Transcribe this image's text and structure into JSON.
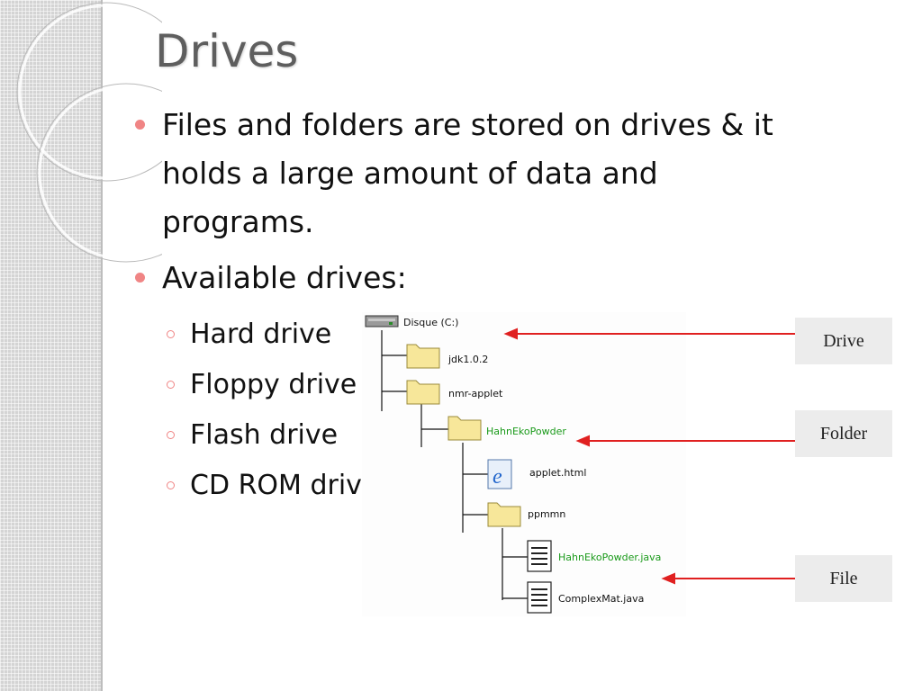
{
  "slide": {
    "title": "Drives",
    "bullets": [
      {
        "text": "Files and folders are stored on drives & it holds a large amount of data and programs."
      },
      {
        "text": "Available drives:"
      }
    ],
    "sub_bullets": [
      "Hard drive",
      "Floppy drive",
      "Flash drive",
      "CD ROM drive"
    ]
  },
  "tree": {
    "drive": "Disque (C:)",
    "items": [
      "jdk1.0.2",
      "nmr-applet",
      "HahnEkoPowder",
      "applet.html",
      "ppmmn",
      "HahnEkoPowder.java",
      "ComplexMat.java"
    ]
  },
  "labels": {
    "drive": "Drive",
    "folder": "Folder",
    "file": "File"
  },
  "colors": {
    "accent": "#f08585",
    "arrow": "#e02020",
    "tree_text_green": "#1a9a1a"
  }
}
